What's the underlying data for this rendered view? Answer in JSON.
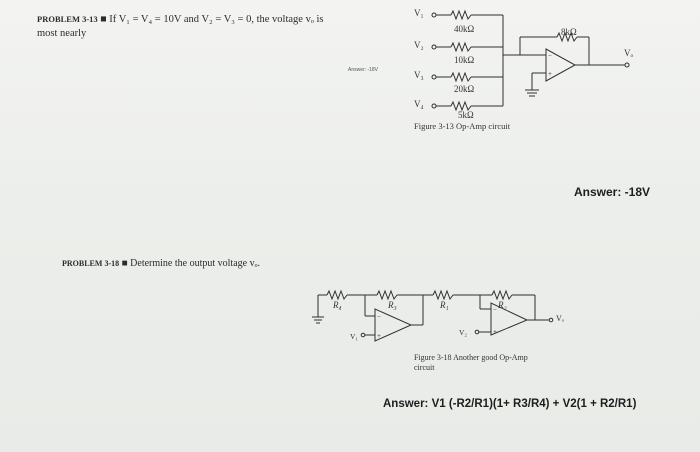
{
  "problem_313": {
    "label": "PROBLEM 3-13",
    "statement": "If V₁ = V₄ = 10V and V₂ = V₃ = 0, the voltage vₒ is",
    "statement_cont": "most nearly",
    "answer_note": "Answer: -18V"
  },
  "circuit_313": {
    "inputs": [
      "V₁",
      "V₂",
      "V₃",
      "V₄"
    ],
    "resistors": [
      "40kΩ",
      "10kΩ",
      "20kΩ",
      "5kΩ"
    ],
    "feedback": "8kΩ",
    "output": "Vₒ",
    "caption": "Figure 3-13 Op-Amp circuit"
  },
  "answer_313": "Answer: -18V",
  "problem_318": {
    "label": "PROBLEM 3-18",
    "statement": "Determine the output voltage vₒ."
  },
  "circuit_318": {
    "r4": "R₄",
    "r3": "R₃",
    "r1": "R₁",
    "r2": "R₂",
    "v1": "V₁",
    "v2": "V₂",
    "output": "Vₒ",
    "caption_line1": "Figure 3-18 Another good Op-Amp",
    "caption_line2": "circuit"
  },
  "answer_318": "Answer: V1 (-R2/R1)(1+ R3/R4) + V2(1 + R2/R1)"
}
